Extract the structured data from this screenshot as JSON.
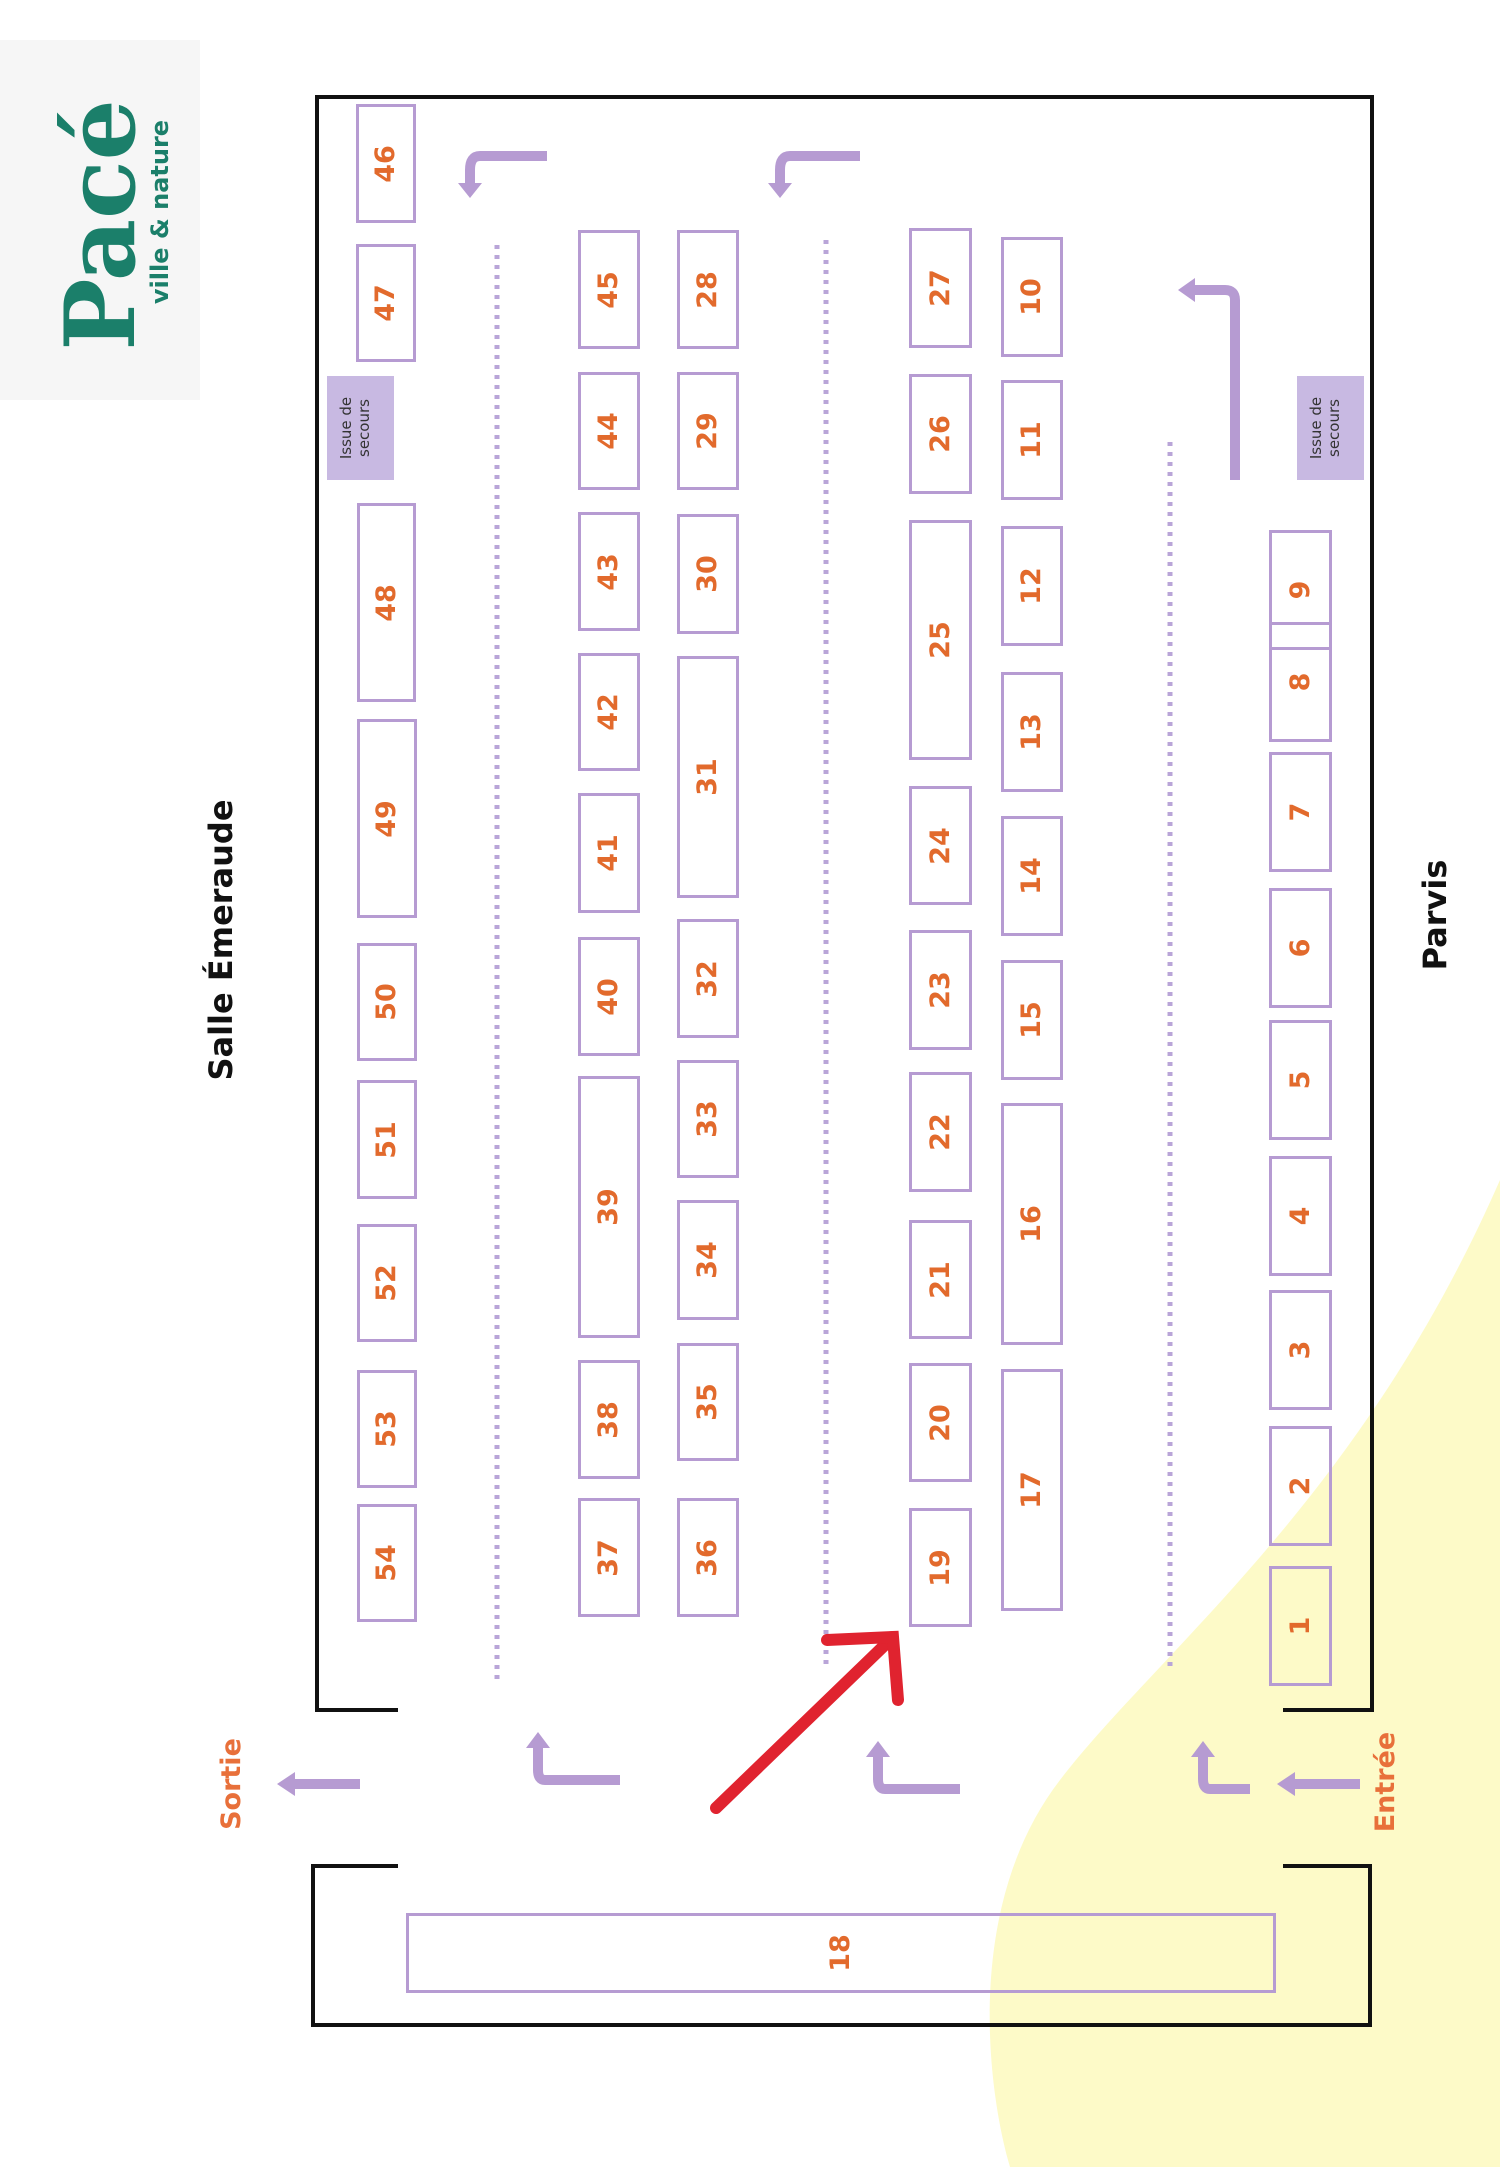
{
  "logo": {
    "name": "Pacé",
    "tagline": "ville & nature"
  },
  "hall_title": "Salle Émeraude",
  "parvis_label": "Parvis",
  "exit_label": "Sortie",
  "entrance_label": "Entrée",
  "emergency_exit_label": "Issue de secours",
  "colors": {
    "stand_border": "#b69bd2",
    "stand_number": "#e26a2c",
    "walls": "#111111",
    "aisle_dots": "#b9a5d8",
    "arrows": "#b69bd2",
    "highlight_arrow": "#e0232f",
    "logo": "#1b7f6a",
    "background_shape": "#fdfac8",
    "emergency_exit_fill": "#c8b9e2"
  },
  "stands": {
    "s1": "1",
    "s2": "2",
    "s3": "3",
    "s4": "4",
    "s5": "5",
    "s6": "6",
    "s7": "7",
    "s8": "8",
    "s9": "9",
    "s10": "10",
    "s11": "11",
    "s12": "12",
    "s13": "13",
    "s14": "14",
    "s15": "15",
    "s16": "16",
    "s17": "17",
    "s18": "18",
    "s19": "19",
    "s20": "20",
    "s21": "21",
    "s22": "22",
    "s23": "23",
    "s24": "24",
    "s25": "25",
    "s26": "26",
    "s27": "27",
    "s28": "28",
    "s29": "29",
    "s30": "30",
    "s31": "31",
    "s32": "32",
    "s33": "33",
    "s34": "34",
    "s35": "35",
    "s36": "36",
    "s37": "37",
    "s38": "38",
    "s39": "39",
    "s40": "40",
    "s41": "41",
    "s42": "42",
    "s43": "43",
    "s44": "44",
    "s45": "45",
    "s46": "46",
    "s47": "47",
    "s48": "48",
    "s49": "49",
    "s50": "50",
    "s51": "51",
    "s52": "52",
    "s53": "53",
    "s54": "54"
  }
}
